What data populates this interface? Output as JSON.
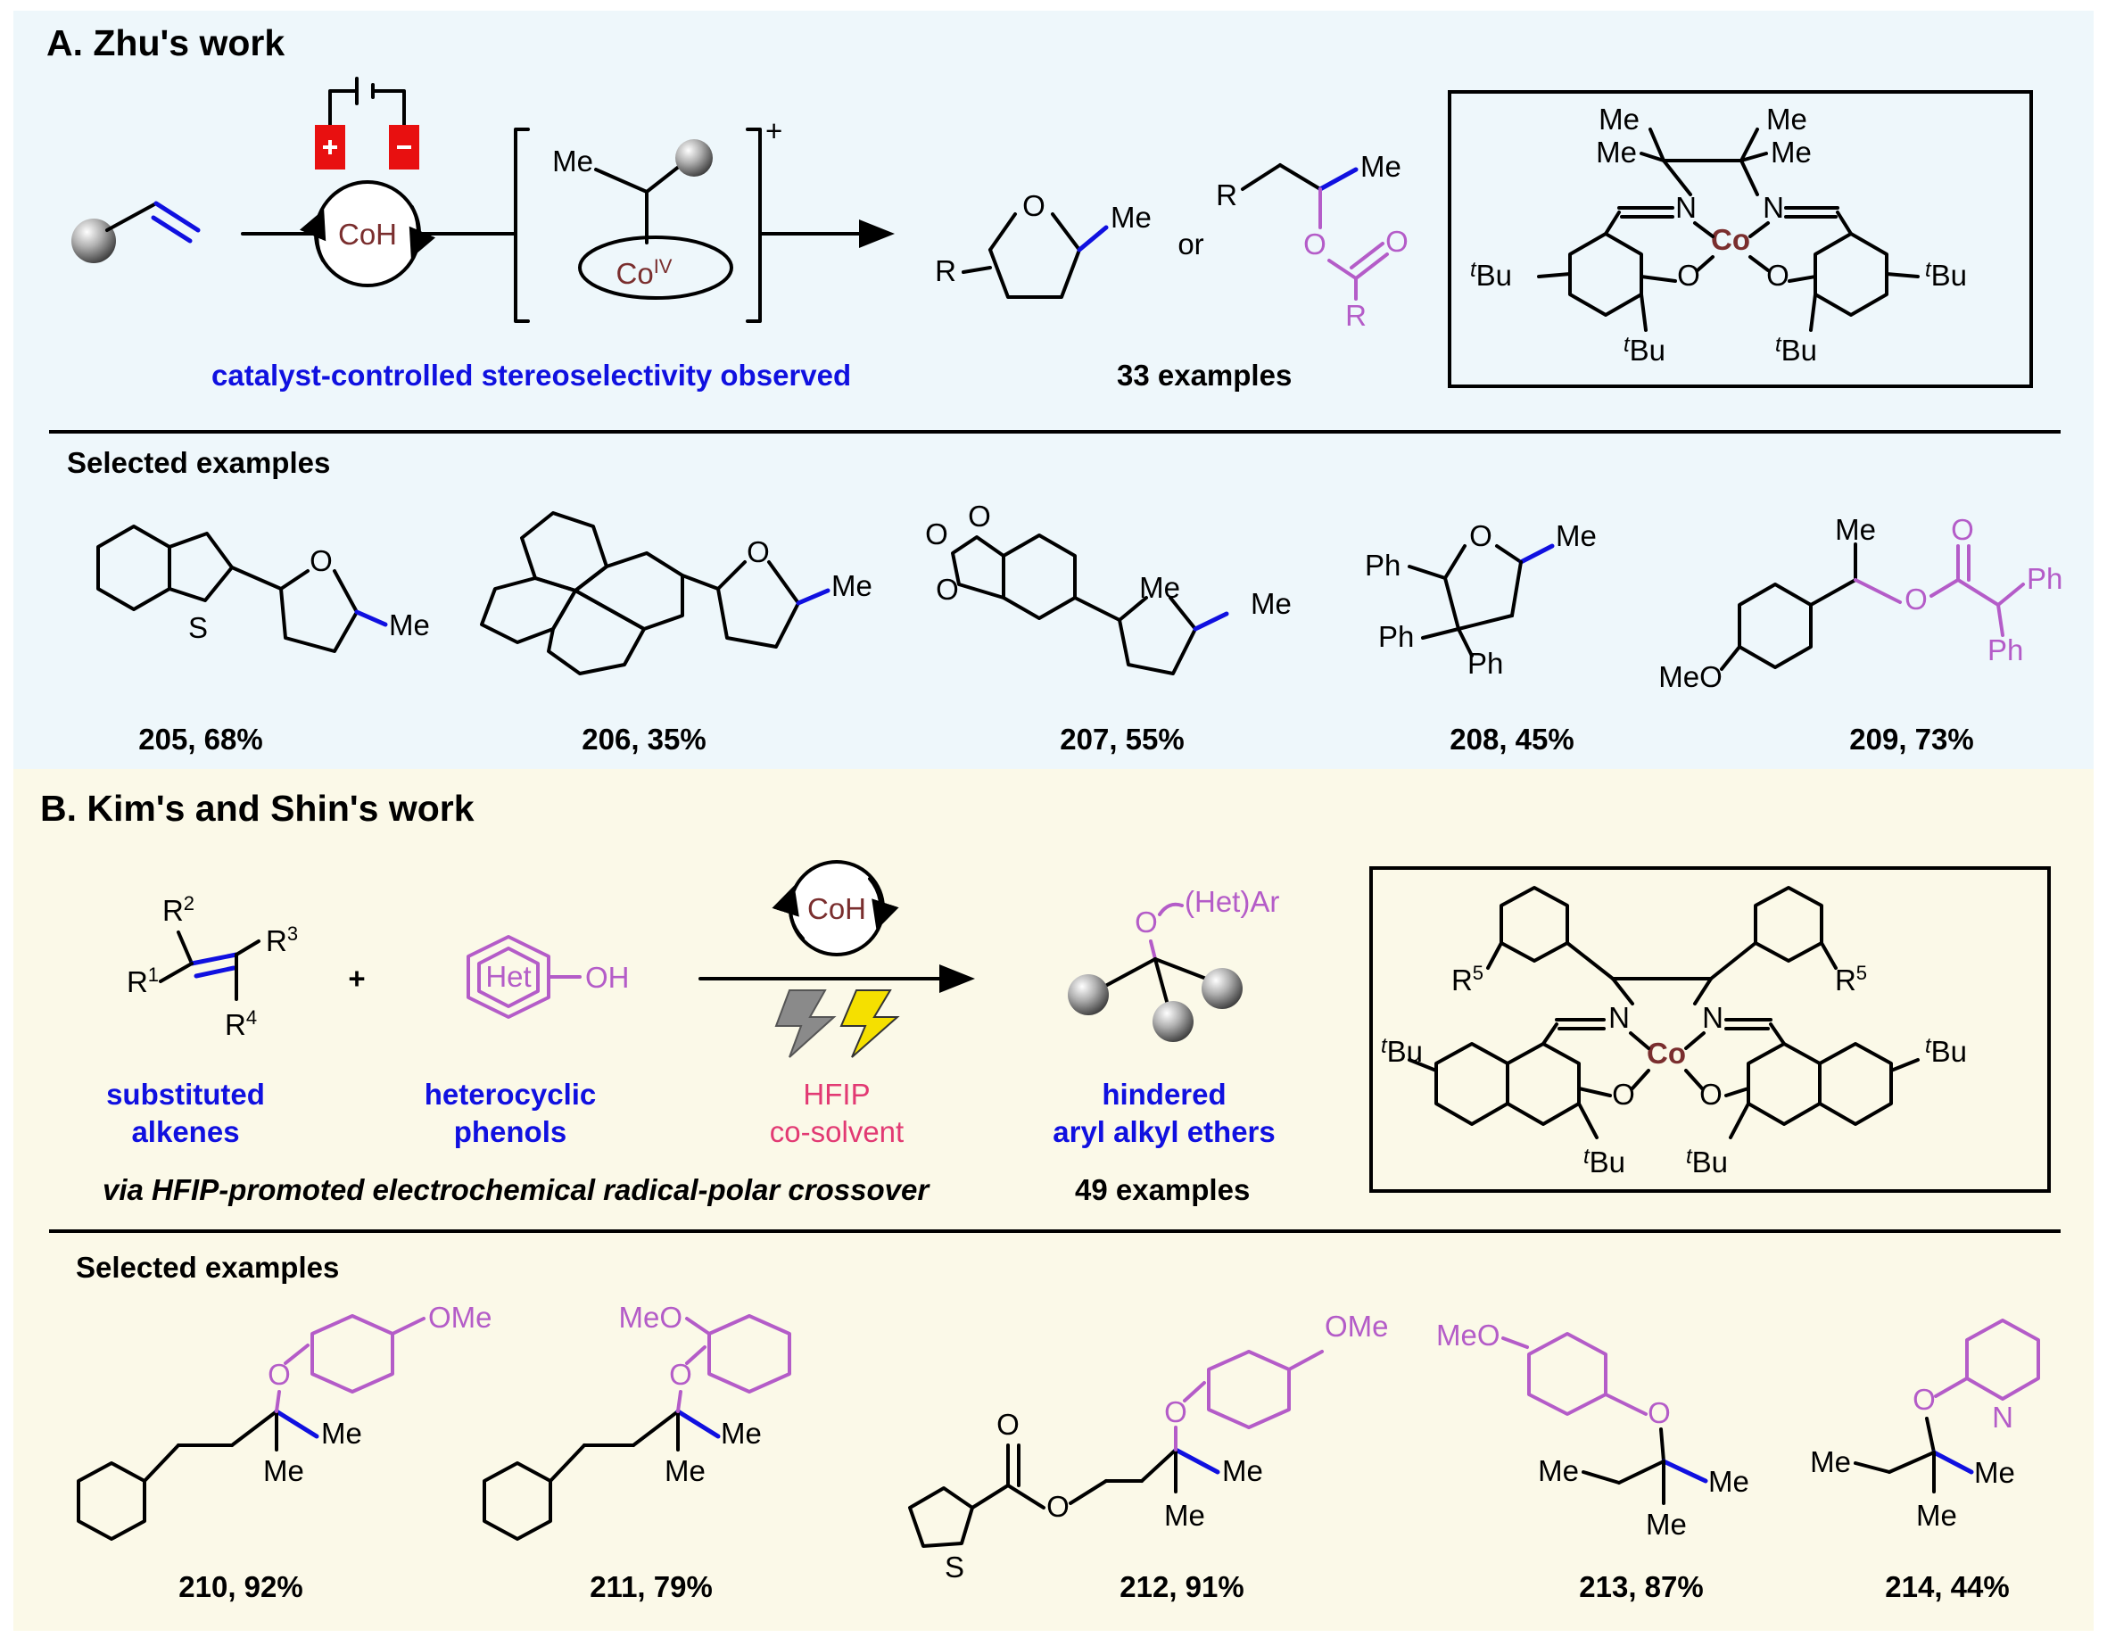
{
  "colors": {
    "panel_a_bg": "#eef7fb",
    "panel_b_bg": "#fbf9e8",
    "blue_text": "#1010e0",
    "pink_text": "#e23a73",
    "magenta_structure": "#b45cc8",
    "cobalt_brown": "#7a2e2e",
    "electrode_red": "#e81010"
  },
  "panel_a": {
    "title": "A. Zhu's work",
    "catalyst": "CoH",
    "intermediate": {
      "methyl": "Me",
      "metal": "Co",
      "metal_superscript": "IV",
      "charge": "+"
    },
    "product_tetrahydrofuran": {
      "oxygen": "O",
      "methyl": "Me",
      "substituent": "R"
    },
    "or_label": "or",
    "product_ester": {
      "substituent": "R",
      "methyl": "Me",
      "oxygen_ether": "O",
      "oxygen_carbonyl": "O",
      "acyl_r": "R"
    },
    "subtitle": "catalyst-controlled stereoselectivity observed",
    "examples_count": "33 examples",
    "salen_box": {
      "me_labels": [
        "Me",
        "Me",
        "Me",
        "Me"
      ],
      "n_left": "N",
      "n_right": "N",
      "metal": "Co",
      "o_left": "O",
      "o_right": "O",
      "tbu_prefix": "t",
      "tbu_suffix": "Bu"
    },
    "selected_heading": "Selected examples",
    "examples": [
      {
        "caption": "205, 68%",
        "labels": [
          "S",
          "O",
          "Me"
        ]
      },
      {
        "caption": "206, 35%",
        "labels": [
          "O",
          "Me"
        ]
      },
      {
        "caption": "207, 55%",
        "labels": [
          "O",
          "O",
          "O",
          "Me"
        ]
      },
      {
        "caption": "208, 45%",
        "labels": [
          "Ph",
          "O",
          "Me",
          "Ph",
          "Ph"
        ]
      },
      {
        "caption": "209, 73%",
        "labels": [
          "Me",
          "O",
          "O",
          "Ph",
          "Ph",
          "MeO"
        ]
      }
    ]
  },
  "panel_b": {
    "title": "B. Kim's and Shin's work",
    "alkene_labels": {
      "r1": "R",
      "r1_sup": "1",
      "r2": "R",
      "r2_sup": "2",
      "r3": "R",
      "r3_sup": "3",
      "r4": "R",
      "r4_sup": "4"
    },
    "plus": "+",
    "phenol": {
      "het": "Het",
      "oh": "OH"
    },
    "catalyst": "CoH",
    "product": {
      "oxygen": "O",
      "aryl": "(Het)Ar"
    },
    "captions": {
      "alkenes_1": "substituted",
      "alkenes_2": "alkenes",
      "phenols_1": "heterocyclic",
      "phenols_2": "phenols",
      "solvent_1": "HFIP",
      "solvent_2": "co-solvent",
      "ethers_1": "hindered",
      "ethers_2": "aryl alkyl ethers"
    },
    "subtitle": "via HFIP-promoted electrochemical radical-polar crossover",
    "examples_count": "49 examples",
    "salen_box": {
      "r5": "R",
      "r5_sup": "5",
      "n_left": "N",
      "n_right": "N",
      "metal": "Co",
      "o_left": "O",
      "o_right": "O",
      "tbu_prefix": "t",
      "tbu_suffix": "Bu"
    },
    "selected_heading": "Selected examples",
    "examples": [
      {
        "caption": "210, 92%",
        "labels": [
          "OMe",
          "O",
          "Me",
          "Me"
        ]
      },
      {
        "caption": "211, 79%",
        "labels": [
          "MeO",
          "O",
          "Me",
          "Me"
        ]
      },
      {
        "caption": "212, 91%",
        "labels": [
          "OMe",
          "O",
          "O",
          "S",
          "O",
          "Me",
          "Me"
        ]
      },
      {
        "caption": "213, 87%",
        "labels": [
          "MeO",
          "O",
          "Me",
          "Me",
          "Me"
        ]
      },
      {
        "caption": "214, 44%",
        "labels": [
          "N",
          "O",
          "Me",
          "Me",
          "Me"
        ]
      }
    ]
  }
}
